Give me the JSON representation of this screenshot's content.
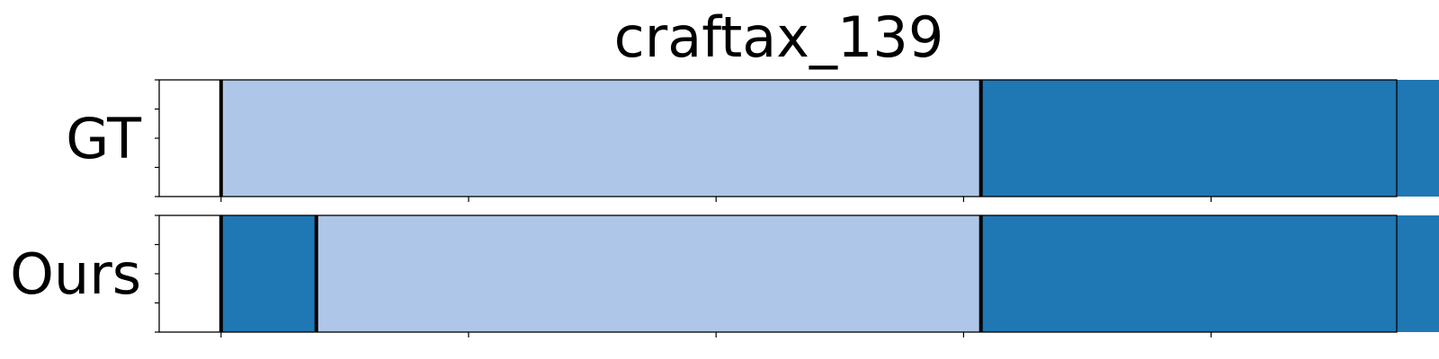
{
  "chart_data": {
    "type": "bar",
    "title": "craftax_139",
    "xlim": [
      0,
      1
    ],
    "x_ticks": [
      0.05,
      0.25,
      0.45,
      0.65,
      0.85,
      1.05
    ],
    "x_tick_labels_visible": false,
    "y_minor_ticks_per_row": 5,
    "grid": false,
    "legend": "none",
    "colors": {
      "light": "#aec7e8",
      "dark": "#1f77b4",
      "boundary": "#000000",
      "frame": "#000000"
    },
    "rows": [
      {
        "label": "GT",
        "segments": [
          {
            "start": 0.05,
            "end": 0.664,
            "color": "light"
          },
          {
            "start": 0.664,
            "end": 1.05,
            "color": "dark"
          }
        ],
        "boundaries": [
          0.05,
          0.664,
          1.05
        ]
      },
      {
        "label": "Ours",
        "segments": [
          {
            "start": 0.05,
            "end": 0.127,
            "color": "dark"
          },
          {
            "start": 0.127,
            "end": 0.664,
            "color": "light"
          },
          {
            "start": 0.664,
            "end": 1.05,
            "color": "dark"
          }
        ],
        "boundaries": [
          0.05,
          0.127,
          0.664,
          1.05
        ]
      }
    ]
  }
}
